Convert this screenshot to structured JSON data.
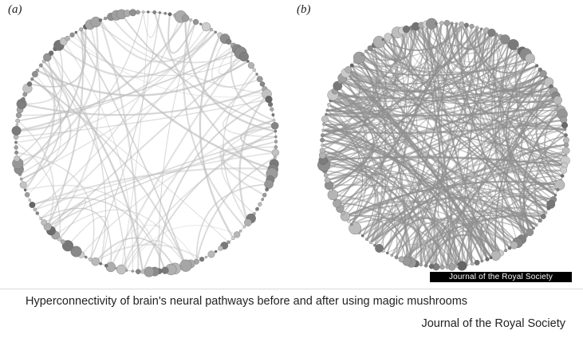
{
  "figure": {
    "panel_a_label": "(a)",
    "panel_b_label": "(b)",
    "watermark": "Journal of the Royal Society",
    "panel_a": {
      "node_count": 150,
      "edge_count": 85
    },
    "panel_b": {
      "node_count": 150,
      "edge_count": 330
    }
  },
  "caption": "Hyperconnectivity of brain's neural pathways before and after using magic mushrooms",
  "source": "Journal of the Royal Society",
  "colors": {
    "edge_a": "#bcbcbc",
    "edge_b": "#8e8e8e",
    "node_dark": "#6f6f6f",
    "node_light": "#c8c8c8"
  }
}
